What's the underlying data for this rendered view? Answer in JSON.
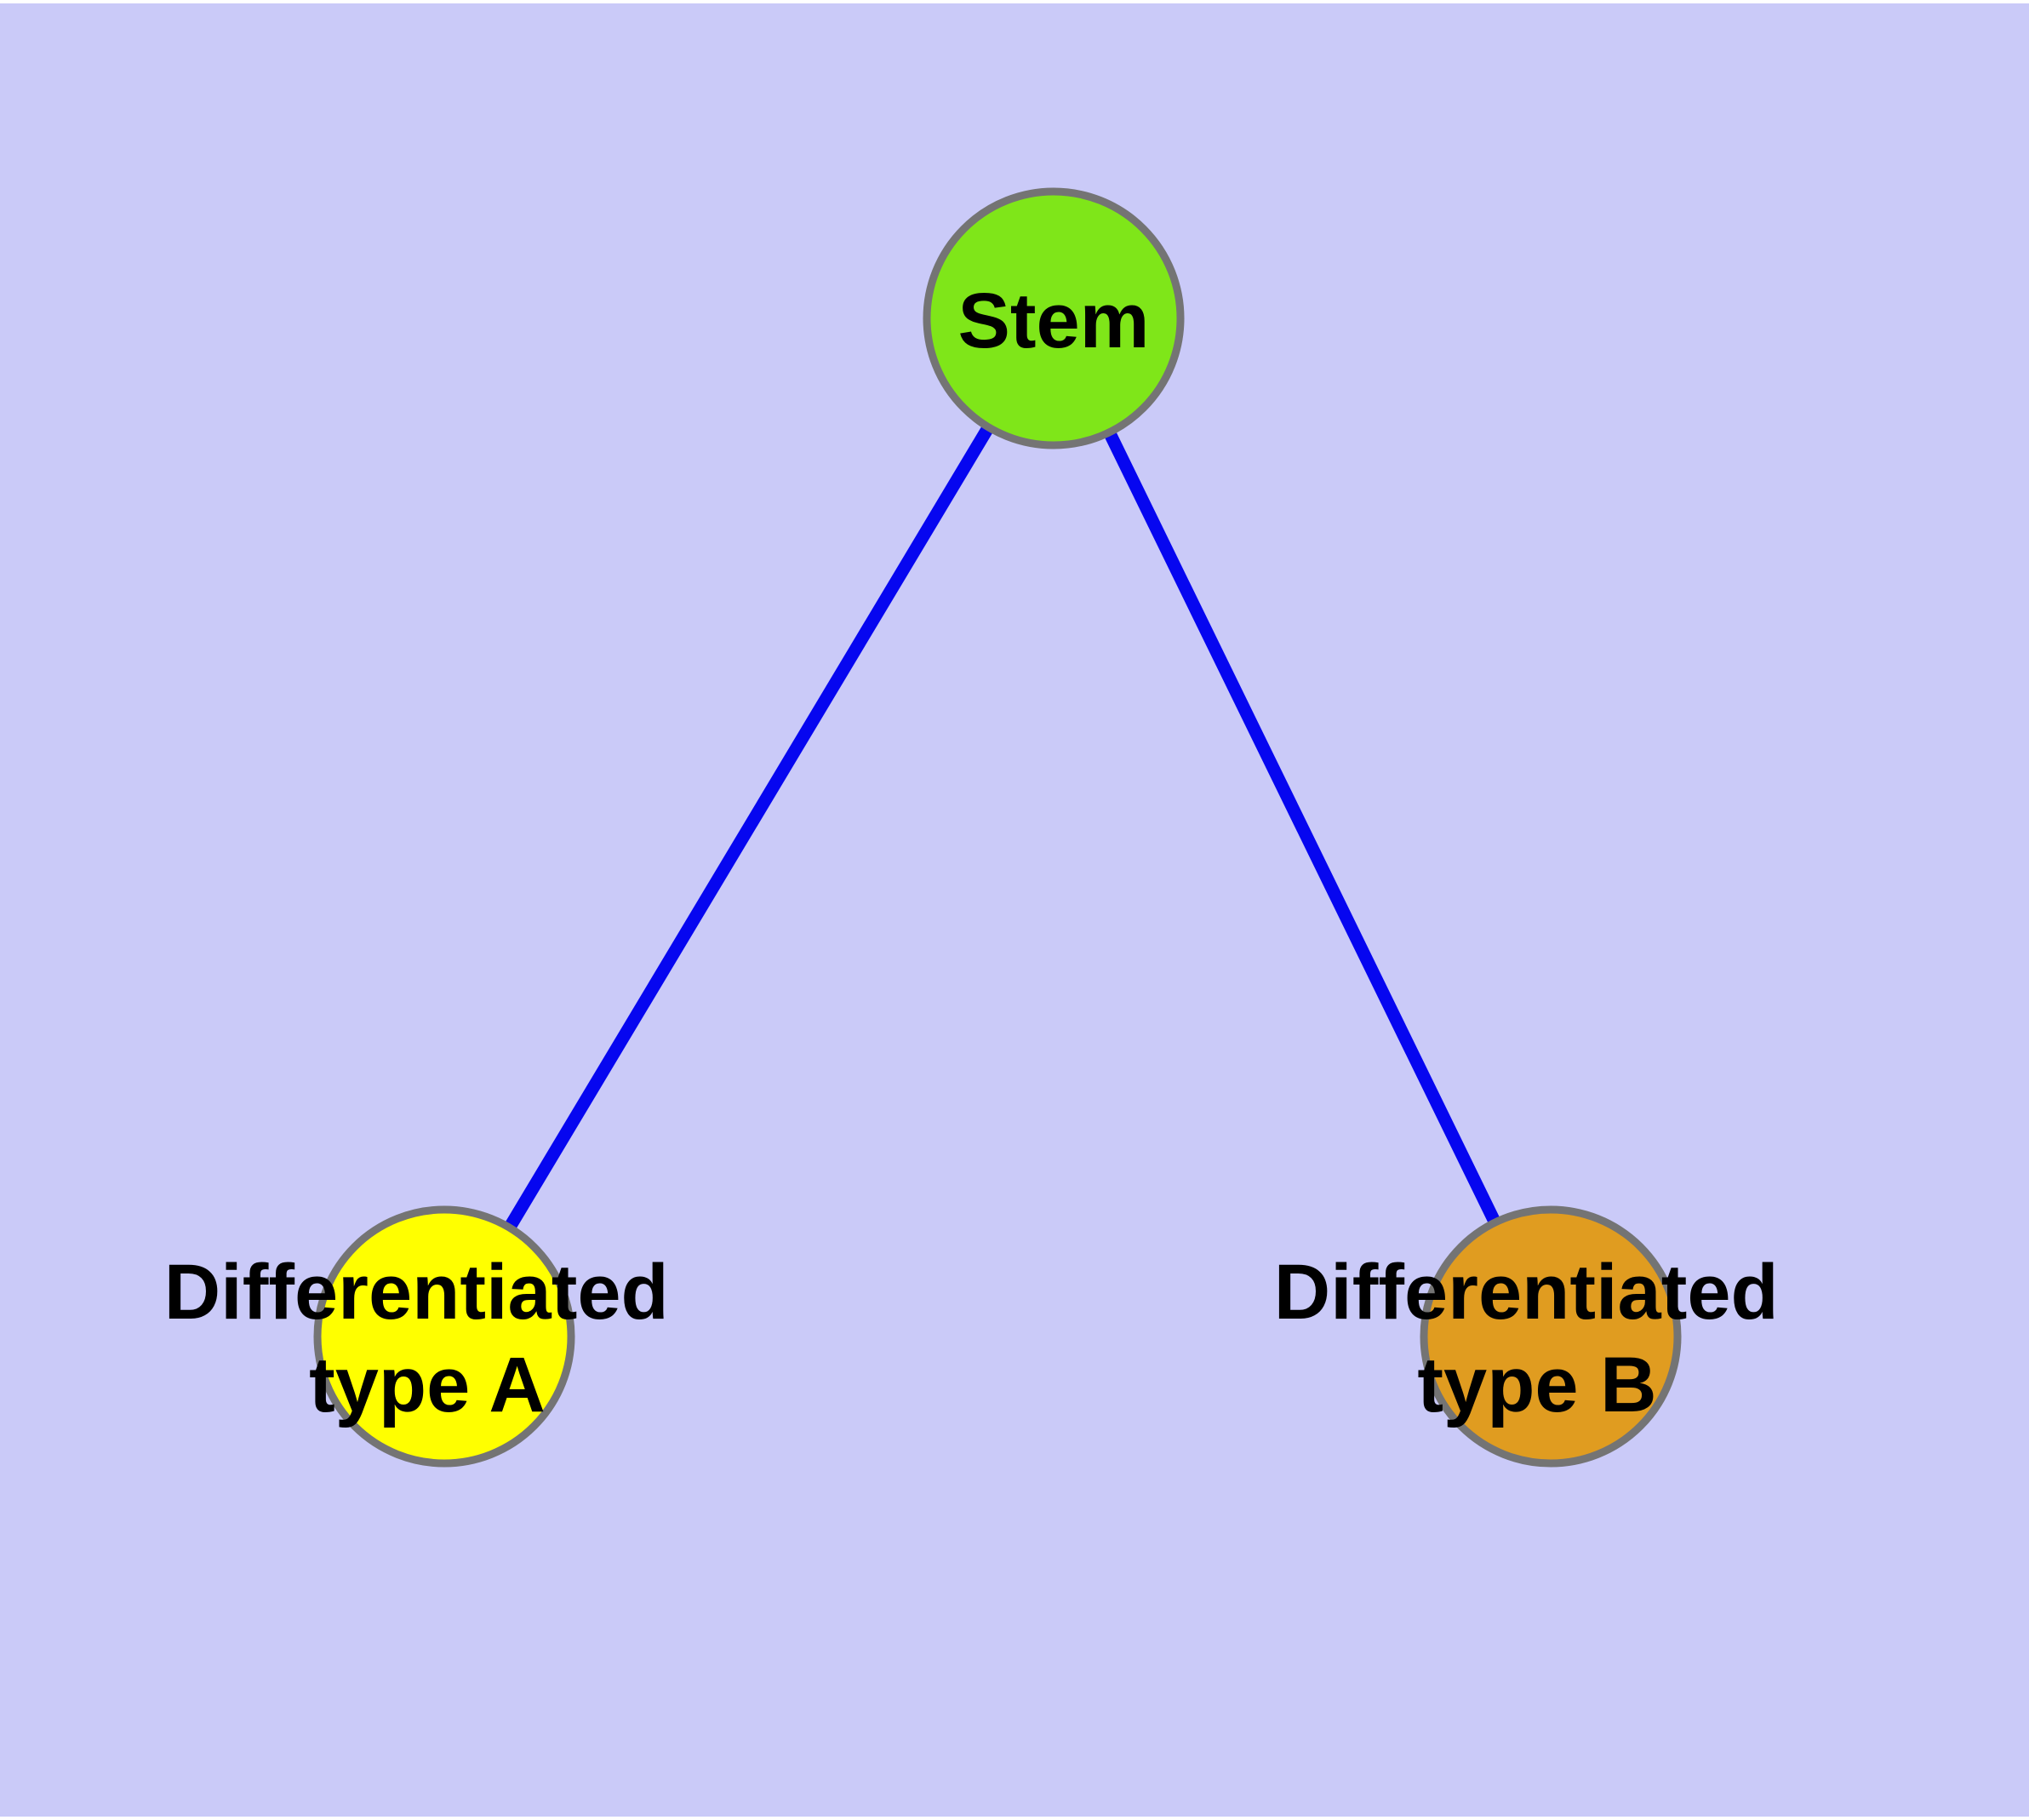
{
  "diagram": {
    "description_colors": {
      "background": "#CACAF8",
      "page_margin": "#FFFFFF",
      "edge": "#0606F0",
      "node_border": "#747474",
      "label_text": "#000000"
    },
    "nodes": [
      {
        "id": "stem",
        "label": "Stem",
        "color": "#7FE619"
      },
      {
        "id": "typeA",
        "label_lines": [
          "Differentiated",
          "type A"
        ],
        "color": "#FFFF00"
      },
      {
        "id": "typeB",
        "label_lines": [
          "Differentiated",
          "type B"
        ],
        "color": "#E09C20"
      }
    ],
    "edges": [
      {
        "from": "stem",
        "to": "typeA"
      },
      {
        "from": "stem",
        "to": "typeB"
      }
    ]
  }
}
